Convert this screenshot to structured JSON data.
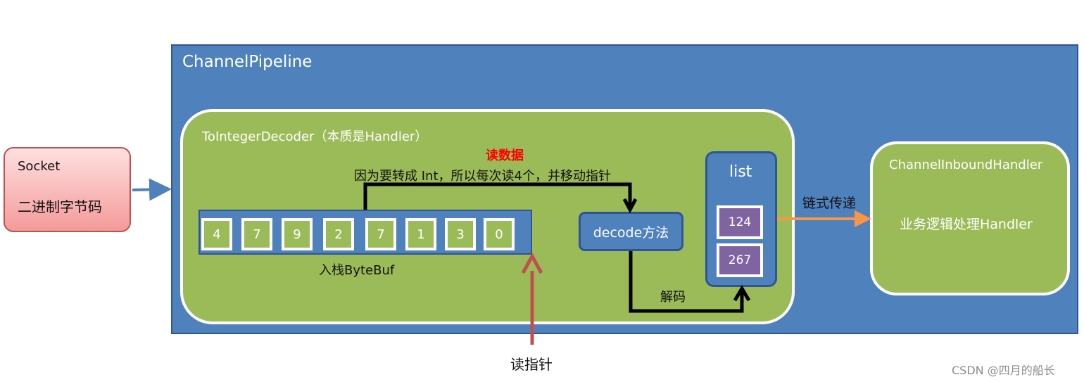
{
  "socket": {
    "title": "Socket",
    "subtitle": "二进制字节码"
  },
  "pipeline": {
    "title": "ChannelPipeline"
  },
  "decoder": {
    "title": "ToIntegerDecoder（本质是Handler）",
    "read_data": "读数据",
    "read_desc": "因为要转成 Int，所以每次读4个，并移动指针",
    "bytebuf": {
      "label": "入栈ByteBuf",
      "cells": [
        "4",
        "7",
        "9",
        "2",
        "7",
        "1",
        "3",
        "0"
      ]
    },
    "decode_method": "decode方法",
    "decode_label": "解码",
    "list": {
      "title": "list",
      "items": [
        "124",
        "267"
      ]
    }
  },
  "chain_label": "链式传递",
  "inbound_handler": {
    "title": "ChannelInboundHandler",
    "subtitle": "业务逻辑处理Handler"
  },
  "read_pointer_label": "读指针",
  "watermark": "CSDN @四月的船长",
  "colors": {
    "pipeline_blue": "#4f81bd",
    "handler_green": "#9bbb59",
    "list_item_purple": "#8064a2",
    "socket_red": "#f49a9a",
    "read_data_red": "#ff0000",
    "socket_arrow": "#4f81bd",
    "chain_arrow": "#f79646",
    "pointer_arrow": "#c0504d"
  }
}
